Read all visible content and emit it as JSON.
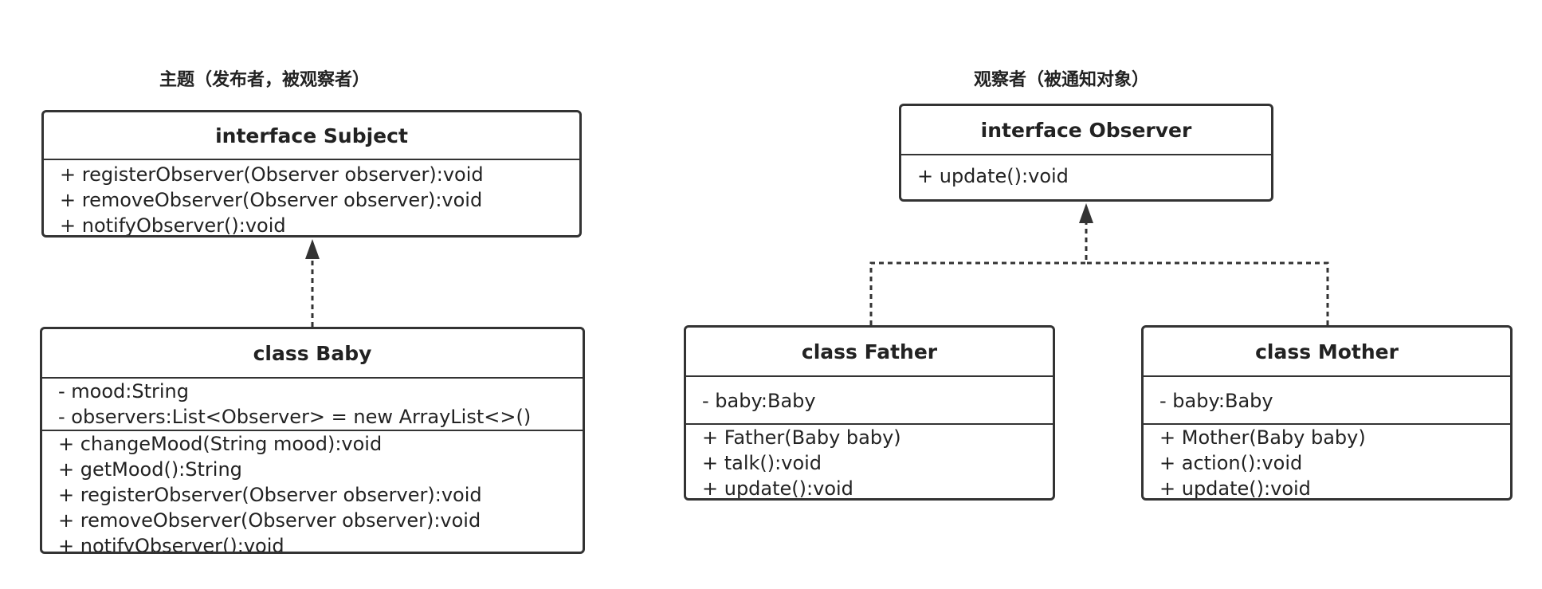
{
  "headings": {
    "subject_group": "主题（发布者，被观察者）",
    "observer_group": "观察者（被通知对象）"
  },
  "subject": {
    "title": "interface Subject",
    "methods": [
      "+ registerObserver(Observer observer):void",
      "+ removeObserver(Observer observer):void",
      "+ notifyObserver():void"
    ]
  },
  "baby": {
    "title": "class Baby",
    "attributes": [
      "- mood:String",
      "- observers:List<Observer> = new ArrayList<>()"
    ],
    "methods": [
      "+ changeMood(String mood):void",
      "+ getMood():String",
      "+ registerObserver(Observer observer):void",
      "+ removeObserver(Observer observer):void",
      "+ notifyObserver():void"
    ]
  },
  "observer": {
    "title": "interface Observer",
    "methods": [
      "+ update():void"
    ]
  },
  "father": {
    "title": "class Father",
    "attributes": [
      "- baby:Baby"
    ],
    "methods": [
      "+ Father(Baby baby)",
      "+ talk():void",
      "+ update():void"
    ]
  },
  "mother": {
    "title": "class Mother",
    "attributes": [
      "- baby:Baby"
    ],
    "methods": [
      "+ Mother(Baby baby)",
      "+ action():void",
      "+ update():void"
    ]
  },
  "colors": {
    "line": "#333333",
    "text": "#222222",
    "background": "#ffffff"
  }
}
